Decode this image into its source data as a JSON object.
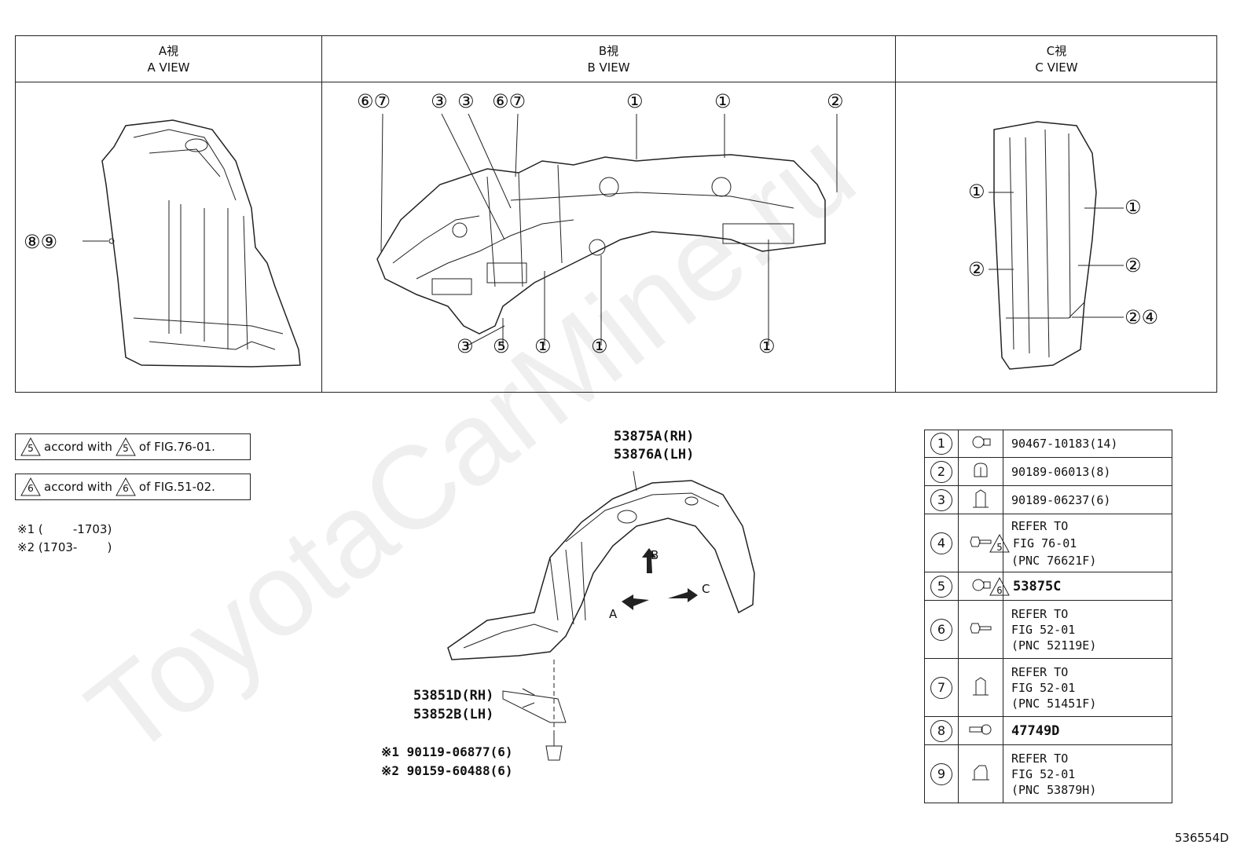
{
  "views": [
    {
      "title_jp": "A視",
      "title_en": "A VIEW"
    },
    {
      "title_jp": "B視",
      "title_en": "B VIEW"
    },
    {
      "title_jp": "C視",
      "title_en": "C VIEW"
    }
  ],
  "view_a_callouts": [
    "⑧⑨"
  ],
  "view_b_callouts_top": [
    "⑥⑦",
    "③",
    "③",
    "⑥⑦",
    "①",
    "①",
    "②"
  ],
  "view_b_callouts_bottom": [
    "③",
    "⑤",
    "①",
    "①",
    "①"
  ],
  "view_c_callouts": [
    "①",
    "②",
    "①",
    "②",
    "②④"
  ],
  "notes": [
    {
      "ref_a": "5",
      "text_a": "accord with",
      "ref_b": "5",
      "text_b": "of FIG.76-01."
    },
    {
      "ref_a": "6",
      "text_a": "accord with",
      "ref_b": "6",
      "text_b": "of FIG.51-02."
    }
  ],
  "footnotes": [
    "※1 (        -1703)",
    "※2 (1703-        )"
  ],
  "main_labels": {
    "liner_rh": "53875A(RH)",
    "liner_lh": "53876A(LH)",
    "plate_rh": "53851D(RH)",
    "plate_lh": "53852B(LH)",
    "screw_1": "※1 90119-06877(6)",
    "screw_2": "※2 90159-60488(6)",
    "arrow_a": "A",
    "arrow_b": "B",
    "arrow_c": "C"
  },
  "parts": [
    {
      "num": "1",
      "icon": "clip-icon",
      "lines": [
        "90467-10183(14)"
      ]
    },
    {
      "num": "2",
      "icon": "clip-icon",
      "lines": [
        "90189-06013(8)"
      ]
    },
    {
      "num": "3",
      "icon": "nut-clip-icon",
      "lines": [
        "90189-06237(6)"
      ]
    },
    {
      "num": "4",
      "icon": "bolt-icon",
      "lines": [
        "REFER TO",
        "FIG 76-01",
        "(PNC 76621F)"
      ],
      "tri": "5"
    },
    {
      "num": "5",
      "icon": "clip-icon",
      "lines": [
        "53875C"
      ],
      "tri": "6"
    },
    {
      "num": "6",
      "icon": "bolt-icon",
      "lines": [
        "REFER TO",
        "FIG 52-01",
        "(PNC 52119E)"
      ]
    },
    {
      "num": "7",
      "icon": "nut-clip-icon",
      "lines": [
        "REFER TO",
        "FIG 52-01",
        "(PNC 51451F)"
      ]
    },
    {
      "num": "8",
      "icon": "screw-grommet-icon",
      "lines": [
        "47749D"
      ]
    },
    {
      "num": "9",
      "icon": "nut-clip-icon",
      "lines": [
        "REFER TO",
        "FIG 52-01",
        "(PNC 53879H)"
      ]
    }
  ],
  "diagram_code": "536554D",
  "watermark": "ToyotaCarMine.ru"
}
